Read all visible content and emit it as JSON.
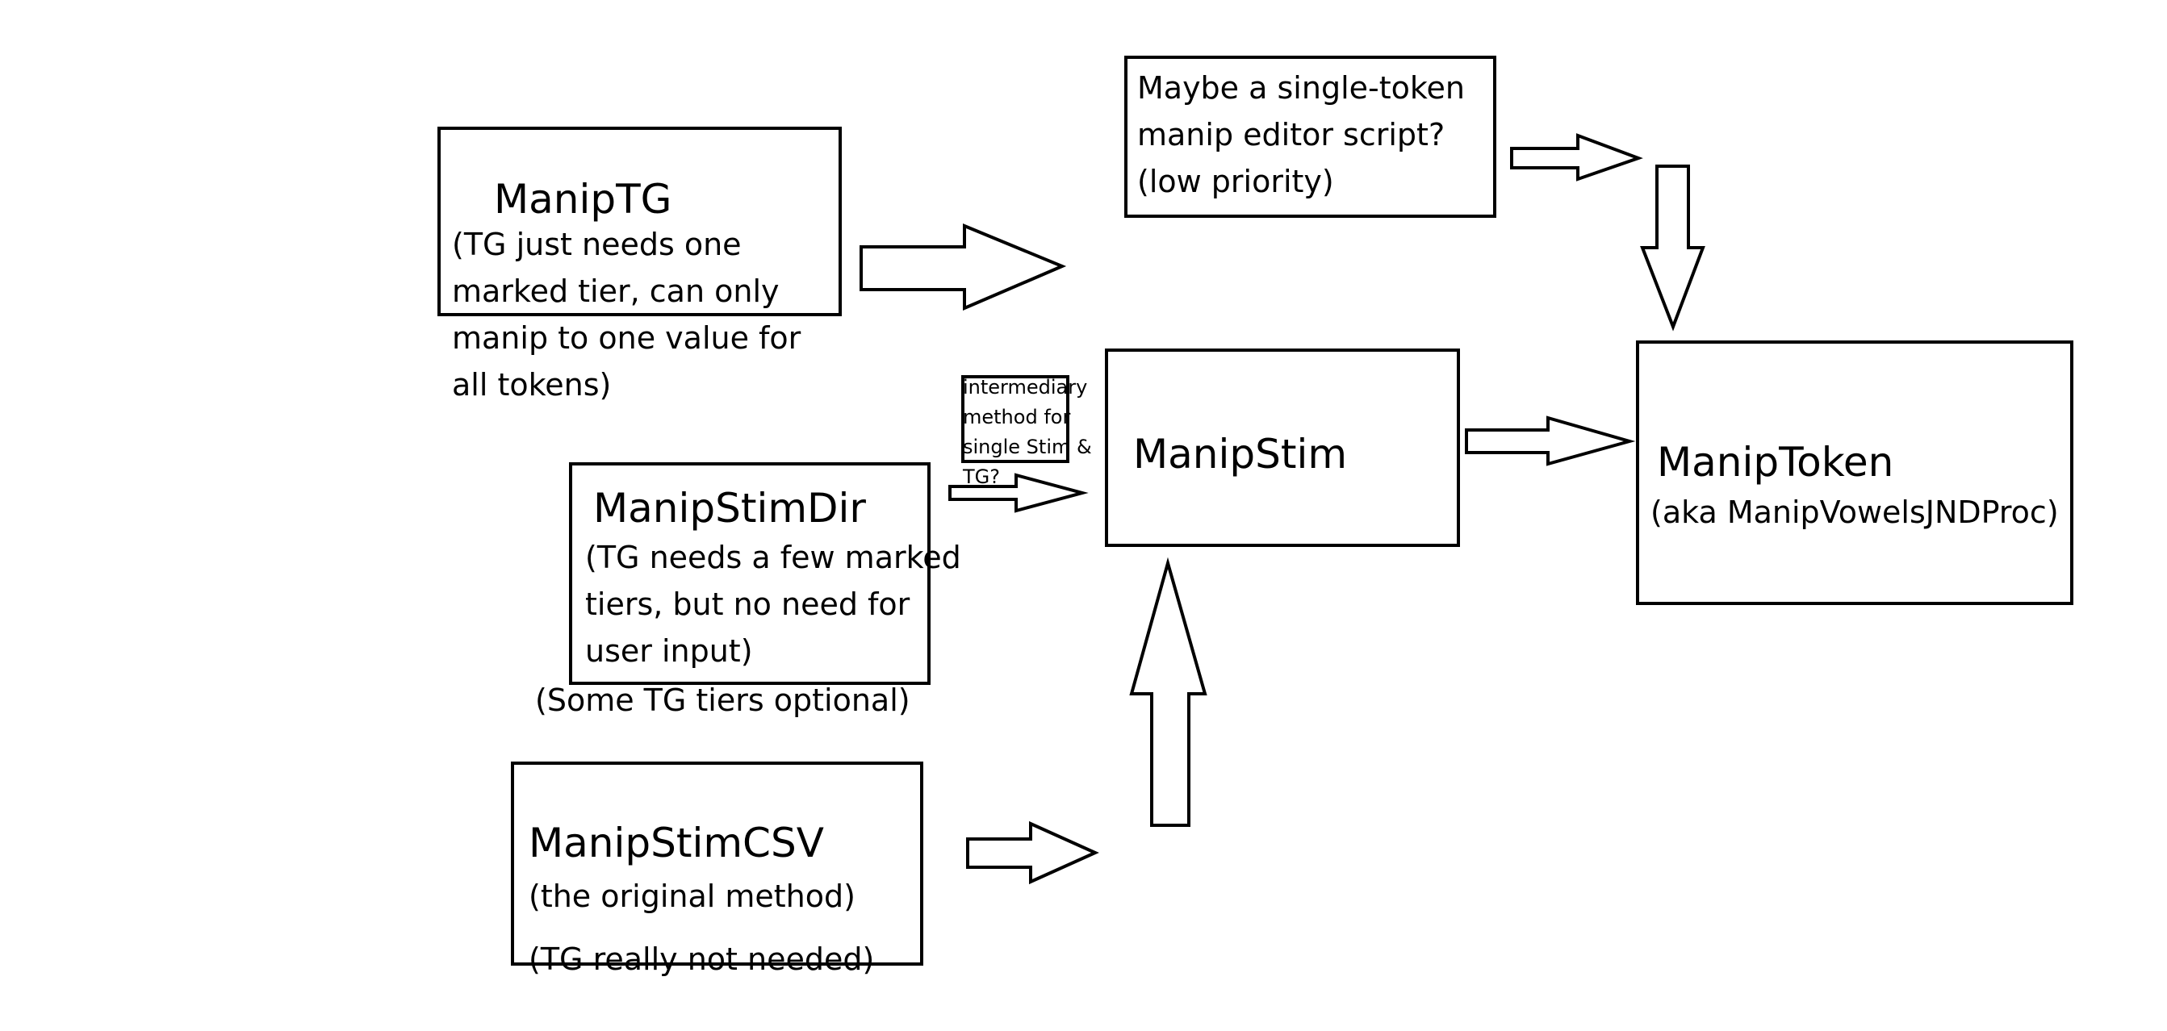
{
  "diagram": {
    "manip_tg": {
      "title": "ManipTG",
      "description_lines": [
        "(TG just needs one",
        "marked tier, can only",
        "manip to one value for",
        "all tokens)"
      ]
    },
    "single_token_editor": {
      "description_lines": [
        "Maybe a single-token",
        "manip editor script?",
        "(low priority)"
      ]
    },
    "manip_stim_dir": {
      "title": "ManipStimDir",
      "description_lines": [
        "(TG needs a few marked",
        "tiers, but no need for",
        "user input)"
      ],
      "note": "(Some TG tiers optional)"
    },
    "intermediary": {
      "description_lines": [
        "intermediary",
        "method for",
        "single Stim &",
        "TG?"
      ]
    },
    "manip_stim": {
      "title": "ManipStim"
    },
    "manip_token": {
      "title": "ManipToken",
      "subtitle": "(aka ManipVowelsJNDProc)"
    },
    "manip_stim_csv": {
      "title": "ManipStimCSV",
      "subtitle": "(the original method)",
      "note": "(TG really not needed)"
    }
  }
}
